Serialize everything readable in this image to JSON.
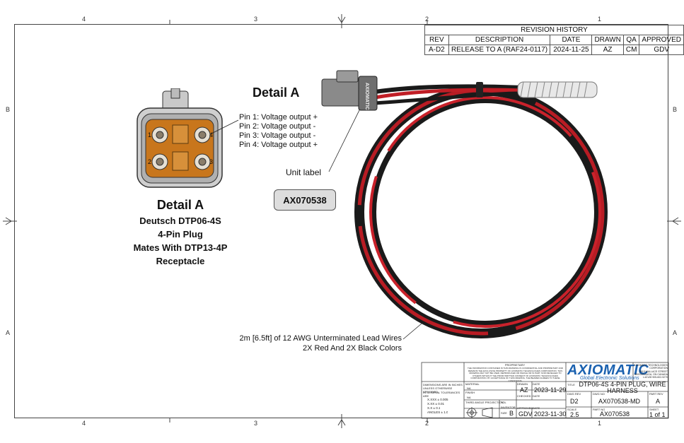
{
  "zones": {
    "top": [
      "4",
      "3",
      "2",
      "1"
    ],
    "bottom": [
      "4",
      "3",
      "2",
      "1"
    ],
    "left": [
      "B",
      "A"
    ],
    "right": [
      "B",
      "A"
    ]
  },
  "revision": {
    "title": "REVISION HISTORY",
    "headers": [
      "REV",
      "DESCRIPTION",
      "DATE",
      "DRAWN",
      "QA",
      "APPROVED"
    ],
    "row": [
      "A-D2",
      "RELEASE TO A (RAF24-0117)",
      "2024-11-25",
      "AZ",
      "CM",
      "GDV"
    ]
  },
  "detail_a_label": "Detail A",
  "pins": [
    "Pin 1: Voltage output +",
    "Pin 2: Voltage output  -",
    "Pin 3: Voltage output  -",
    "Pin 4: Voltage output +"
  ],
  "pin_numbers": [
    "1",
    "2",
    "3",
    "4"
  ],
  "unit_label": "Unit label",
  "unit_tag": "AX070538",
  "detail_caption": {
    "title": "Detail A",
    "lines": [
      "Deutsch DTP06-4S",
      "4-Pin Plug",
      "Mates With DTP13-4P",
      "Receptacle"
    ]
  },
  "wire_note": [
    "2m [6.5ft] of 12 AWG Unterminated Lead Wires",
    "2X Red And 2X Black Colors"
  ],
  "connector_text": "AXIOMATIC",
  "title_block": {
    "proprietary_heading": "PROPRIETARY",
    "proprietary_text": "THE INFORMATION CONTAINED IN THIS DRAWING IS CONFIDENTIAL AND PROPRIETARY AND REMAINS THE EXCLUSIVE PROPERTY OF AXIOMATIC TECHNOLOGIES CORPORATION. THIS DRAWING MAY NOT BE USED, REPRODUCED OR WHOLE OR IN PART, NOR REVEALED TO OTHERS WITHOUT THE PRIOR WRITTEN CONSENT OF AXIOMATIC TECHNOLOGIES CORPORATION. BY ACCEPTANCE OF THIS DRAWING, THE BEARER AGREES TO THESE CONDITIONS.",
    "tolerance_heading": "DIMENSIONS ARE IN INCHES UNLESS OTHERWISE SPECIFIED",
    "tolerance_sub": "IN GENERAL TOLERANCES ARE",
    "tolerances": [
      "X.XXX  ± 0.005",
      "X.XX  ± 0.01",
      "X.X  ± 0.1",
      "ANGLES  ± 1.0"
    ],
    "material_label": "MATERIAL",
    "material": "NA",
    "finish_label": "FINISH",
    "finish": "NA",
    "projection_label": "THIRD ANGLE PROJECTION",
    "tol_label": "TOL",
    "inventor_label": "INVENTOR",
    "size_label": "SIZE",
    "size": "B",
    "drawn_label": "DRAWN",
    "drawn": "AZ",
    "drawn_date": "2023-11-29",
    "checked_label": "CHECKED",
    "approved_label": "APPROVED",
    "approved": "GDV",
    "approved_date": "2023-11-30",
    "date_label": "DATE",
    "company_name": "AXIOMATIC TECHNOLOGIES CORPORATION",
    "company_address": "5915 WALLACE STREET MISSISSAUGA, ON CANADA L4Z1Z8 905-602-9270",
    "logo": "AXIOMATIC",
    "logo_tagline": "Global Electronic Solutions",
    "title_label": "TITLE",
    "title": "DTP06-4S 4-PIN PLUG, WIRE HARNESS",
    "dwg_rev_label": "DWG REV",
    "dwg_rev": "D2",
    "dwg_no_label": "DWG NO",
    "dwg_no": "AX070538-MD",
    "part_rev_label": "PART REV",
    "part_rev": "A",
    "scale_label": "SCALE",
    "scale": "2.5",
    "part_no_label": "PART NO",
    "part_no": "AX070538",
    "sheet_label": "SHEET",
    "sheet": "1 of 1"
  }
}
